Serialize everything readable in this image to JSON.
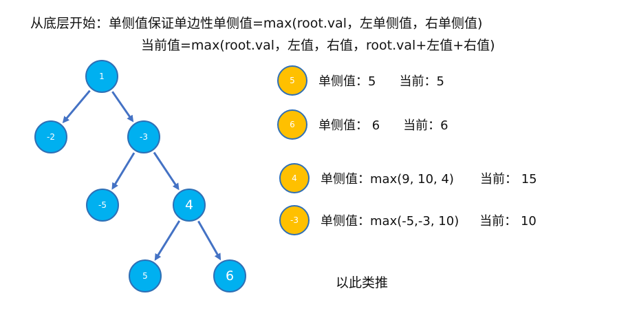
{
  "title": {
    "line1": "从底层开始：单侧值保证单边性单侧值=max(root.val，左单侧值，右单侧值)",
    "line2": "当前值=max(root.val，左值，右值，root.val+左值+右值)"
  },
  "tree": {
    "nodes": [
      {
        "id": "n1",
        "label": "1"
      },
      {
        "id": "nm2",
        "label": "-2"
      },
      {
        "id": "nm3",
        "label": "-3"
      },
      {
        "id": "nm5",
        "label": "-5"
      },
      {
        "id": "n4",
        "label": "4"
      },
      {
        "id": "n5",
        "label": "5"
      },
      {
        "id": "n6",
        "label": "6"
      }
    ],
    "edges": [
      {
        "from": "n1",
        "to": "nm2"
      },
      {
        "from": "n1",
        "to": "nm3"
      },
      {
        "from": "nm3",
        "to": "nm5"
      },
      {
        "from": "nm3",
        "to": "n4"
      },
      {
        "from": "n4",
        "to": "n5"
      },
      {
        "from": "n4",
        "to": "n6"
      }
    ]
  },
  "legend": [
    {
      "badge": "5",
      "single": "单侧值：5",
      "current": "当前：5"
    },
    {
      "badge": "6",
      "single": "单侧值： 6",
      "current": "当前：6"
    },
    {
      "badge": "4",
      "single": "单侧值：max(9, 10, 4)",
      "current": "当前： 15"
    },
    {
      "badge": "-3",
      "single": "单侧值：max(-5,-3, 10)",
      "current": "当前： 10"
    }
  ],
  "footer": "以此类推",
  "colors": {
    "node_fill": "#00b0f0",
    "node_border": "#2f6fb5",
    "edge": "#4472c4",
    "badge_fill": "#ffc000"
  }
}
